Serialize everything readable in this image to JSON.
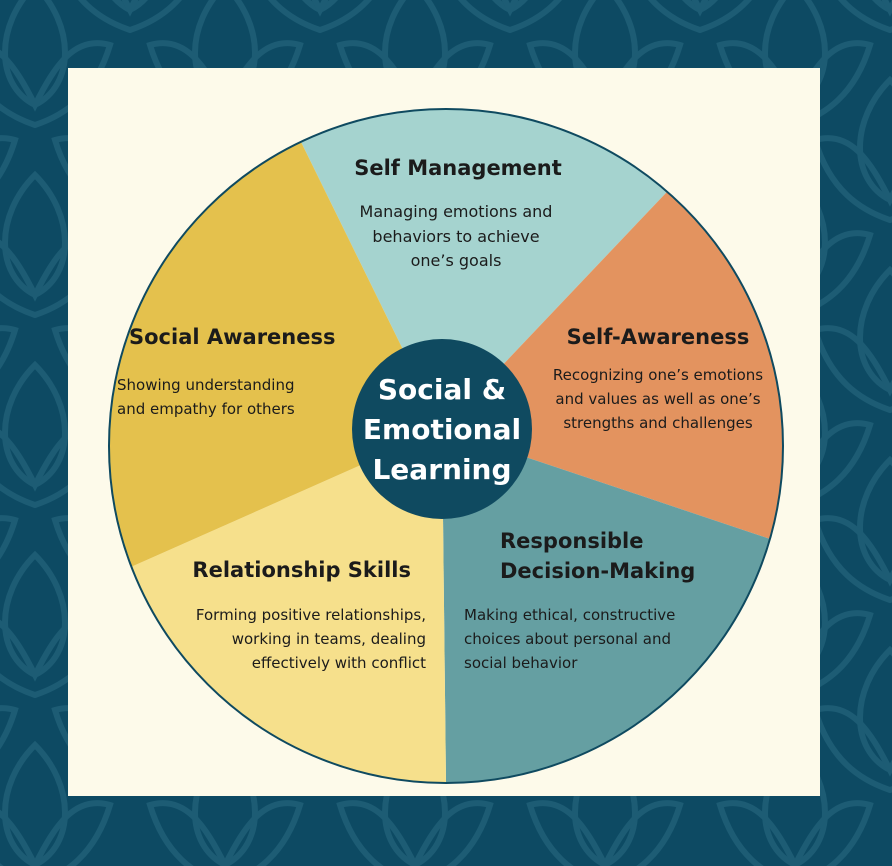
{
  "center": {
    "lines": [
      "Social &",
      "Emotional",
      "Learning"
    ]
  },
  "segments": [
    {
      "key": "self-management",
      "title": [
        "Self Management"
      ],
      "description": [
        "Managing emotions and",
        "behaviors to achieve",
        "one’s goals"
      ]
    },
    {
      "key": "self-awareness",
      "title": [
        "Self-Awareness"
      ],
      "description": [
        "Recognizing one’s emotions",
        "and values as well as one’s",
        "strengths and challenges"
      ]
    },
    {
      "key": "responsible-decision-making",
      "title": [
        "Responsible",
        "Decision-Making"
      ],
      "description": [
        "Making ethical, constructive",
        "choices about personal and",
        "social behavior"
      ]
    },
    {
      "key": "relationship-skills",
      "title": [
        "Relationship Skills"
      ],
      "description": [
        "Forming positive relationships,",
        "working in teams, dealing",
        "effectively with conflict"
      ]
    },
    {
      "key": "social-awareness",
      "title": [
        "Social Awareness"
      ],
      "description": [
        "Showing understanding",
        "and empathy for others"
      ]
    }
  ],
  "colors": {
    "background": "#0d4a63",
    "pattern": "#1d5c74",
    "panel": "#fdfaea",
    "outline": "#0f4a60",
    "center": "#0f4a60",
    "text": "#1b1b1b",
    "self-management": "#a5d3cf",
    "self-awareness": "#e3935f",
    "responsible-decision-making": "#659fa2",
    "relationship-skills": "#f6e08c",
    "social-awareness": "#e4c14d"
  }
}
